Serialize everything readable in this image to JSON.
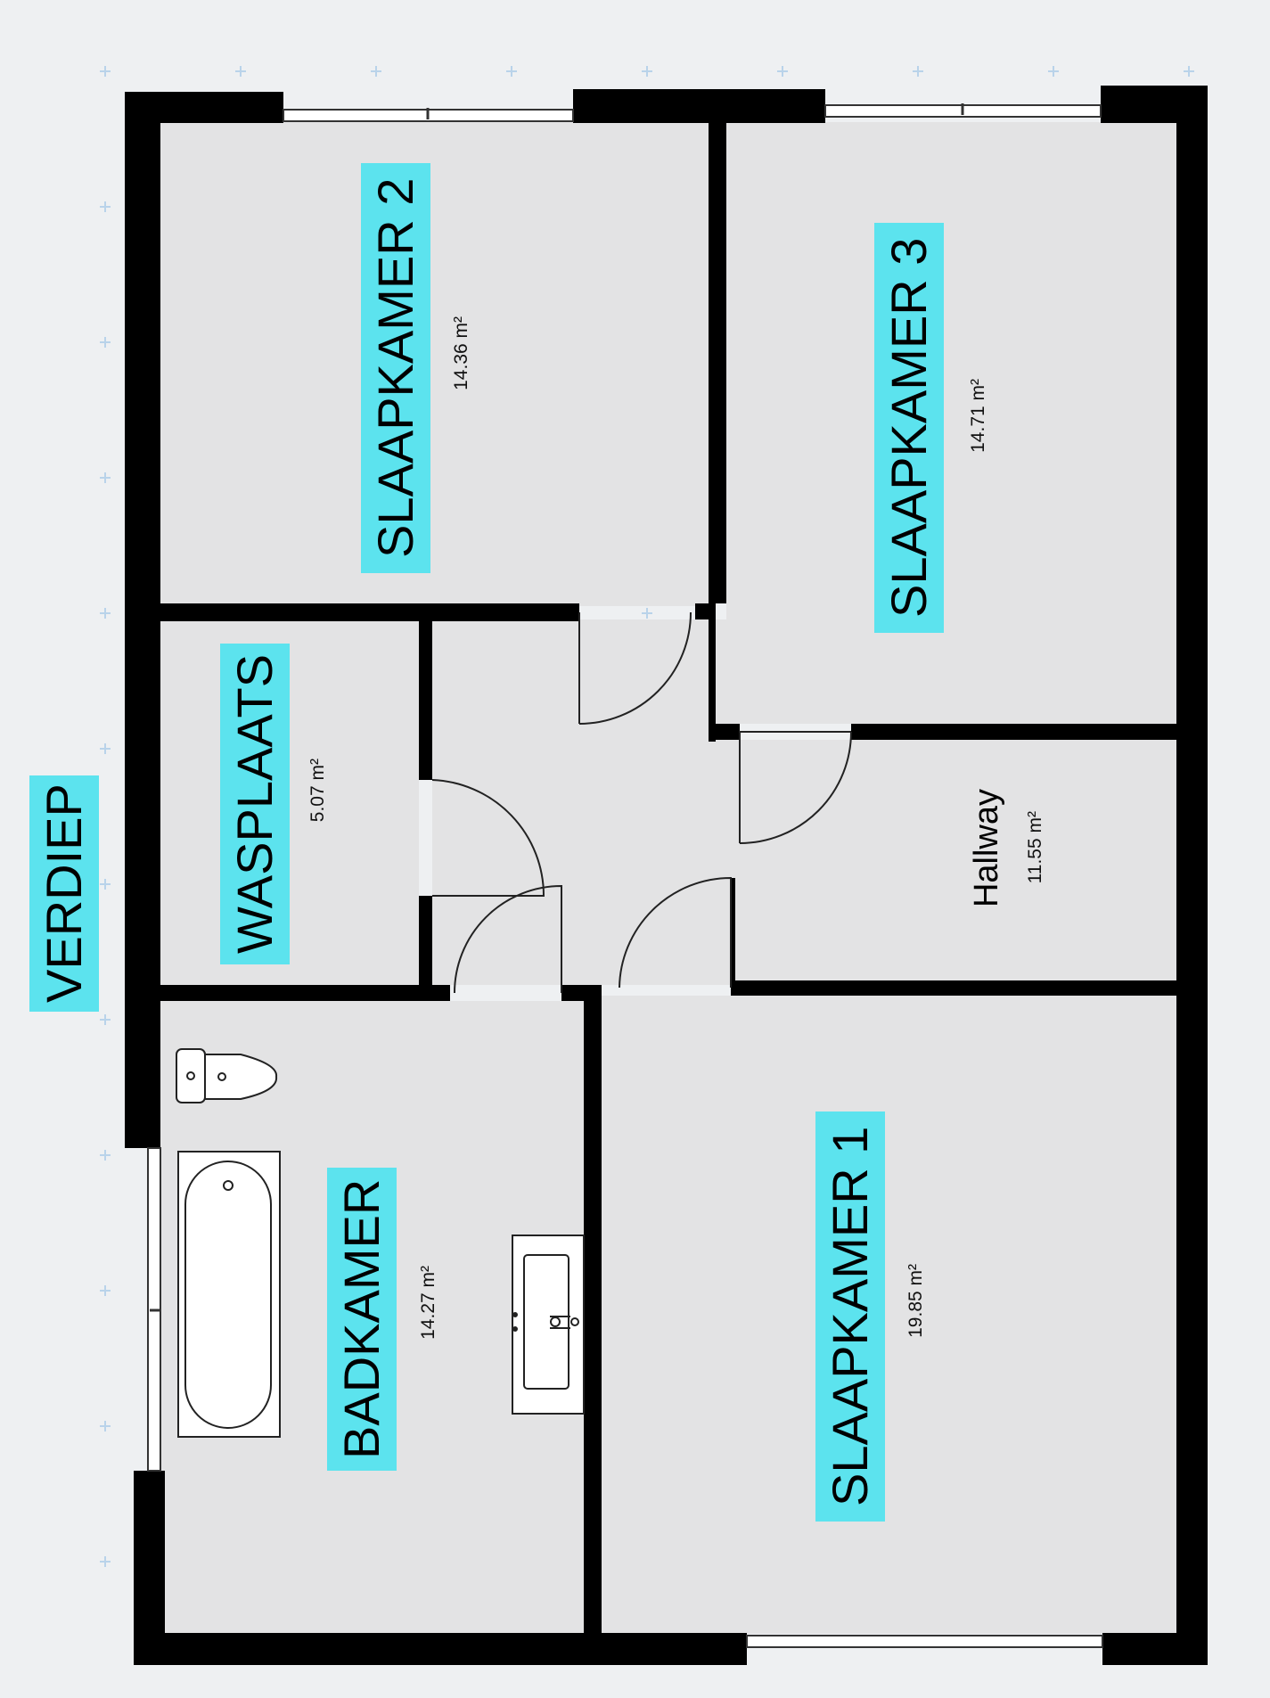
{
  "floor": {
    "label": "VERDIEP"
  },
  "rooms": [
    {
      "id": "slaapkamer-2",
      "name": "SLAAPKAMER 2",
      "area": "14.36 m²"
    },
    {
      "id": "slaapkamer-3",
      "name": "SLAAPKAMER 3",
      "area": "14.71 m²"
    },
    {
      "id": "wasplaats",
      "name": "WASPLAATS",
      "area": "5.07 m²"
    },
    {
      "id": "hallway",
      "name": "Hallway",
      "area": "11.55 m²"
    },
    {
      "id": "badkamer",
      "name": "BADKAMER",
      "area": "14.27 m²"
    },
    {
      "id": "slaapkamer-1",
      "name": "SLAAPKAMER 1",
      "area": "19.85 m²"
    }
  ],
  "colors": {
    "background": "#eef0f2",
    "room_fill": "#e3e3e4",
    "wall": "#000000",
    "label_highlight": "#5ce3ee",
    "grid_marker": "#b9d3ea"
  }
}
